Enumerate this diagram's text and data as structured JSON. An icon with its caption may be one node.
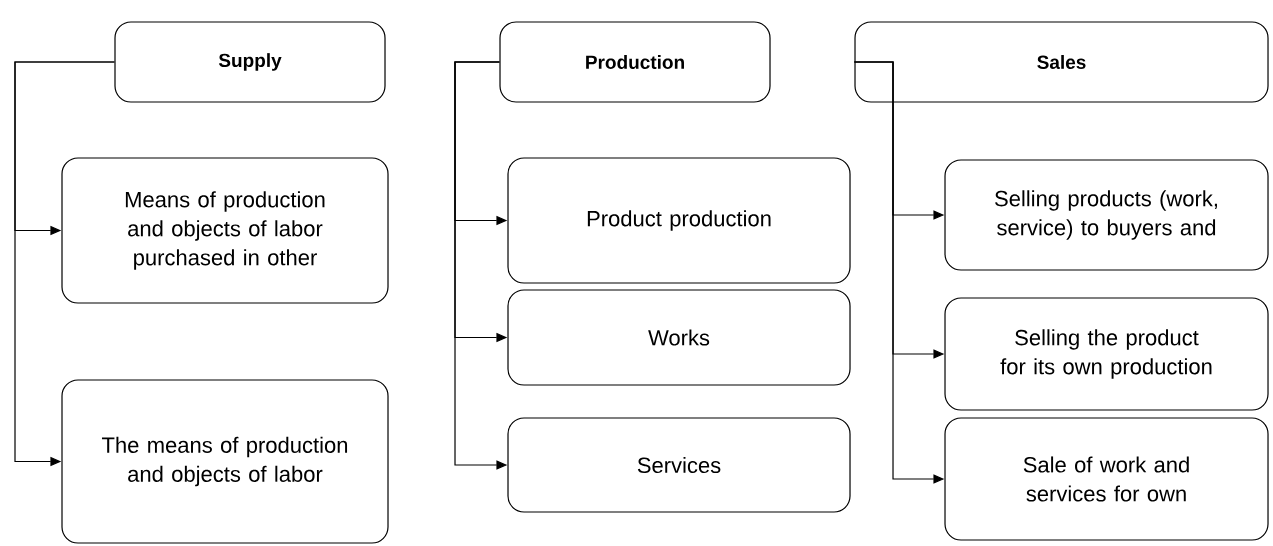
{
  "diagram": {
    "nodes": [
      {
        "text": [
          "Supply"
        ]
      },
      {
        "text": [
          "Means of production and objects of labor purchased in other"
        ]
      },
      {
        "text": [
          "The means of production and objects of labor"
        ]
      },
      {
        "text": [
          "Production"
        ]
      },
      {
        "text": [
          "Product production"
        ]
      },
      {
        "text": [
          "Works"
        ]
      },
      {
        "text": [
          "Services"
        ]
      },
      {
        "text": [
          "Sales"
        ]
      },
      {
        "text": [
          "Selling products (work, service) to buyers and"
        ]
      },
      {
        "text": [
          "Selling the product for its own production"
        ]
      },
      {
        "text": [
          "Sale of work and services for own"
        ]
      }
    ],
    "edges": [
      {
        "from": 0,
        "to": 1,
        "arrow": "to"
      },
      {
        "from": 0,
        "to": 2,
        "arrow": "to"
      },
      {
        "from": 3,
        "to": 4,
        "arrow": "to"
      },
      {
        "from": 3,
        "to": 5,
        "arrow": "to"
      },
      {
        "from": 3,
        "to": 6,
        "arrow": "to"
      },
      {
        "from": 7,
        "to": 8,
        "arrow": "to"
      },
      {
        "from": 7,
        "to": 9,
        "arrow": "to"
      },
      {
        "from": 7,
        "to": 10,
        "arrow": "to"
      }
    ]
  }
}
